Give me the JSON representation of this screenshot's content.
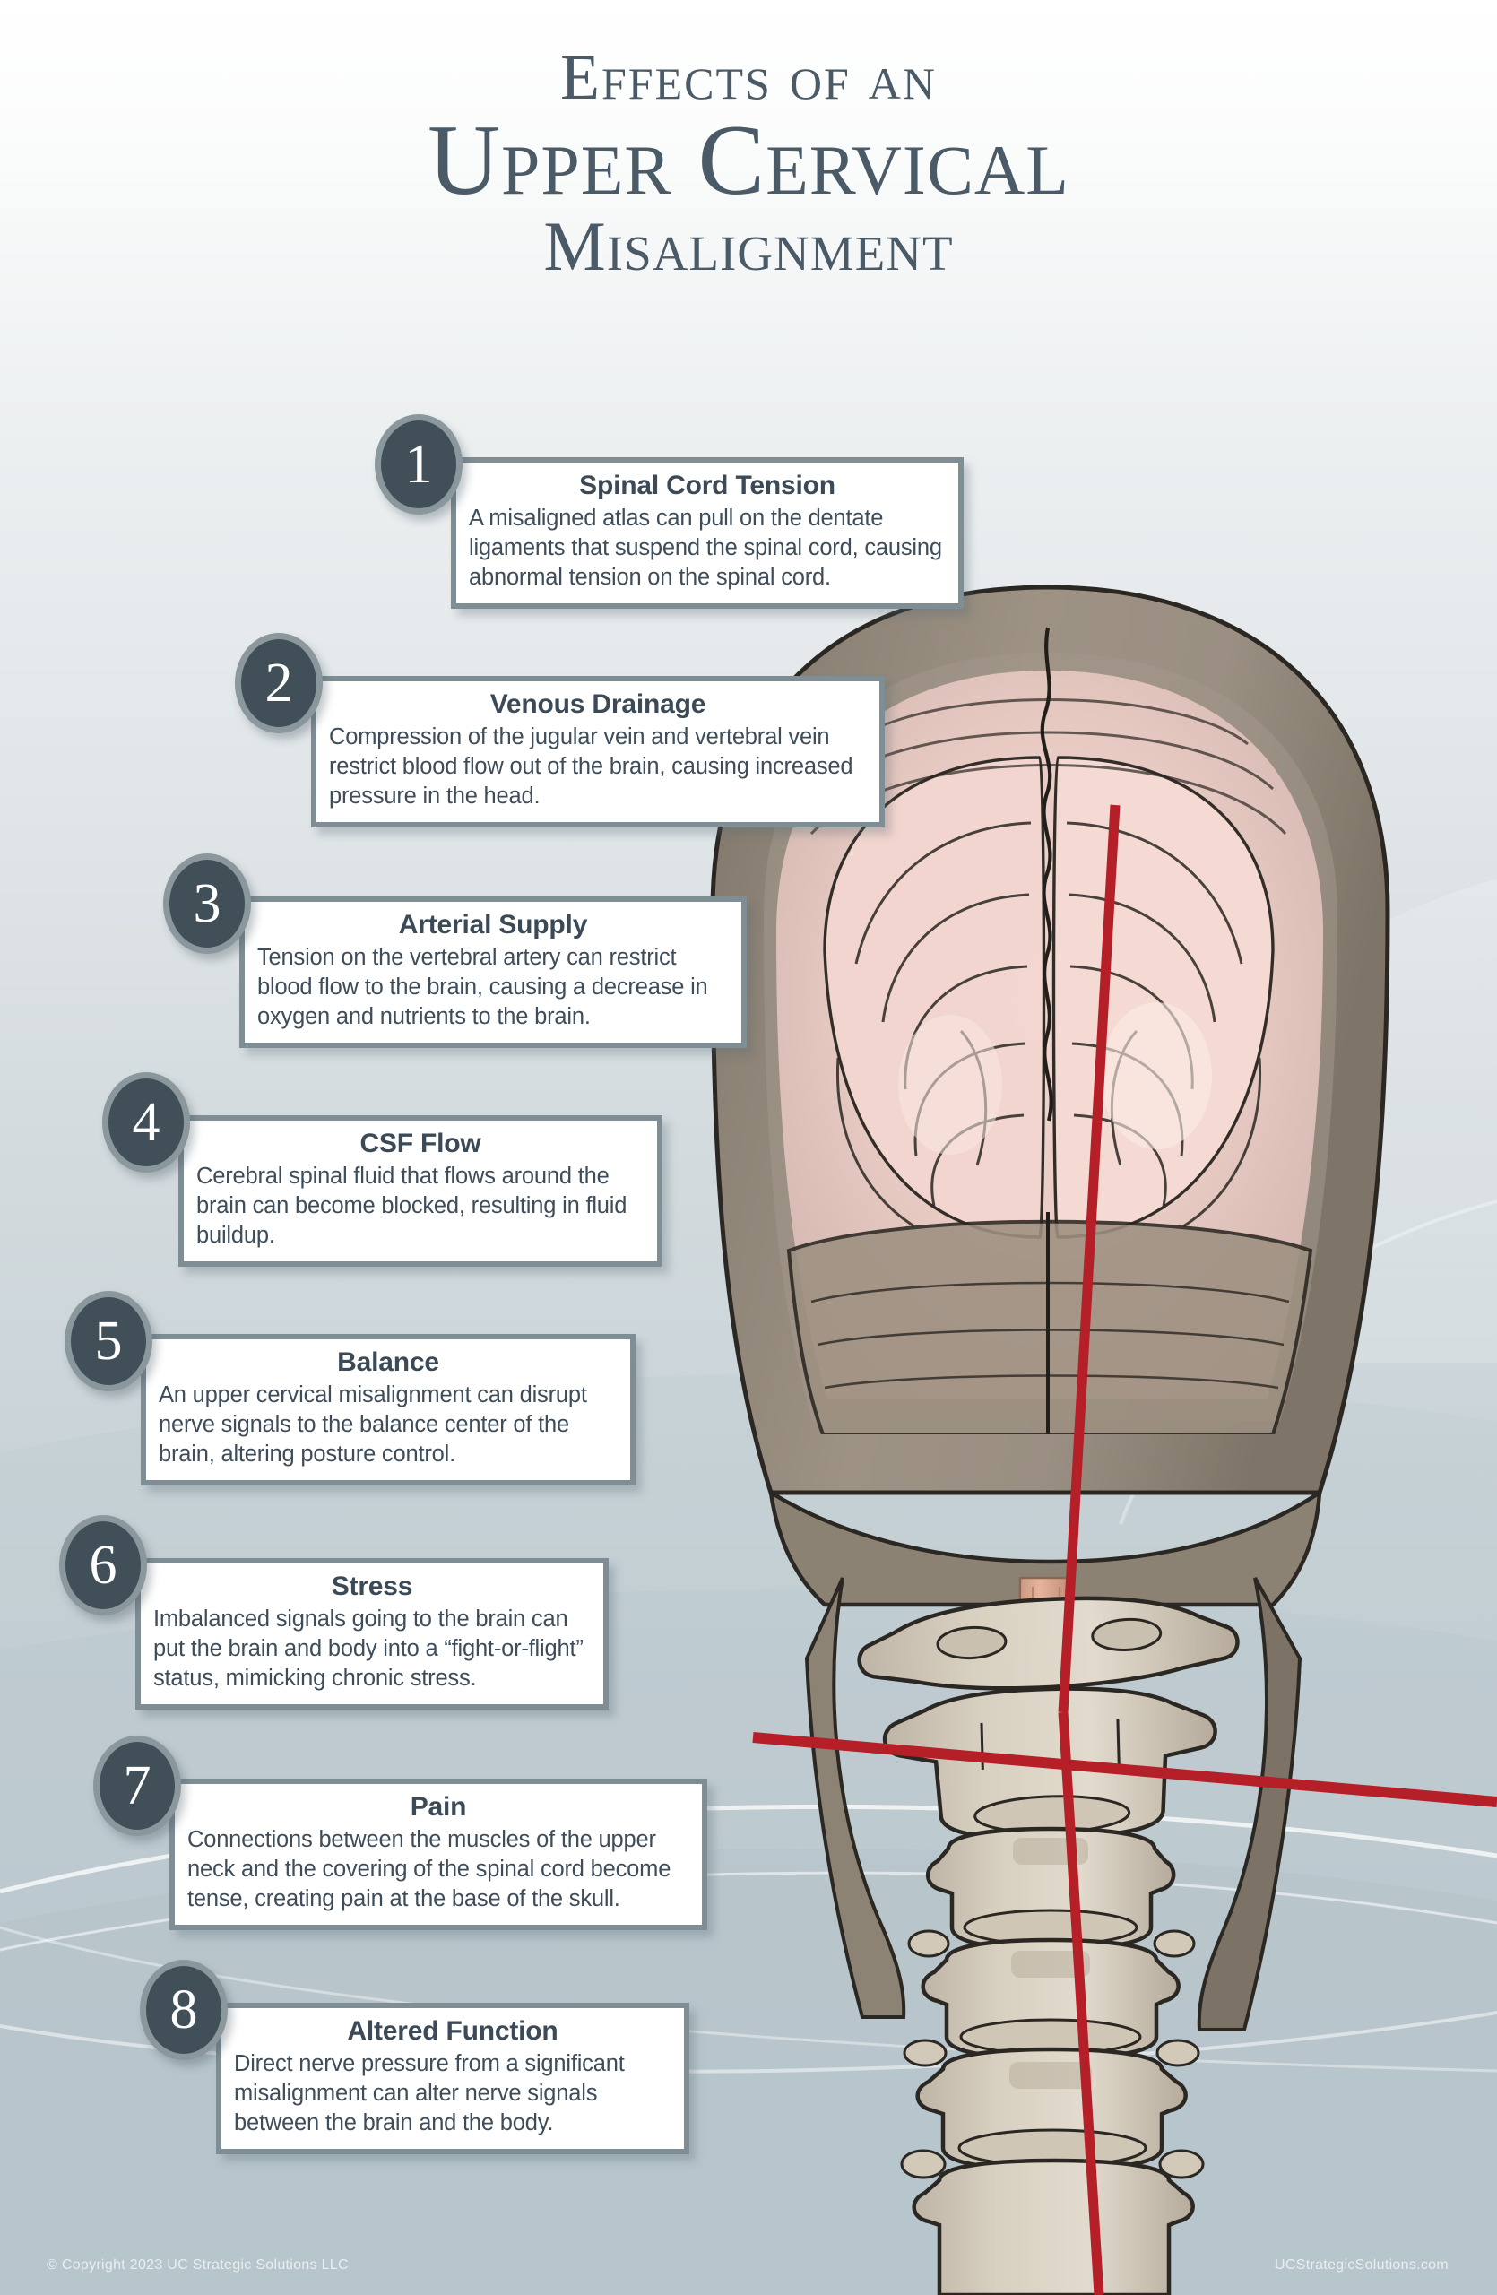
{
  "title": {
    "line1": "Effects of an",
    "line2": "Upper Cervical",
    "line3": "Misalignment"
  },
  "colors": {
    "badge_fill": "#414f58",
    "badge_ring": "#8a979c",
    "box_border": "#7f8e95",
    "heading_text": "#3b4a56",
    "body_text": "#3e4d59",
    "title_text": "#4a5a66",
    "misalignment_line": "#b41f28",
    "background_top": "#ffffff",
    "background_bottom": "#b3c1c8"
  },
  "callouts": [
    {
      "number": "1",
      "heading": "Spinal Cord Tension",
      "body": "A misaligned atlas can pull on the dentate ligaments that suspend the spinal cord, causing abnormal tension on the spinal cord."
    },
    {
      "number": "2",
      "heading": "Venous Drainage",
      "body": "Compression of the jugular vein and vertebral vein restrict blood flow out of the brain, causing increased pressure in the head."
    },
    {
      "number": "3",
      "heading": "Arterial Supply",
      "body": "Tension on the vertebral artery can restrict blood flow to the brain, causing a decrease in oxygen and nutrients to the brain."
    },
    {
      "number": "4",
      "heading": "CSF Flow",
      "body": "Cerebral spinal fluid that flows around the brain can become blocked, resulting in fluid buildup."
    },
    {
      "number": "5",
      "heading": "Balance",
      "body": "An upper cervical misalignment can disrupt nerve signals to the balance center of the brain, altering posture control."
    },
    {
      "number": "6",
      "heading": "Stress",
      "body": "Imbalanced signals going to the brain can put the brain and body into a “fight-or-flight” status, mimicking chronic stress."
    },
    {
      "number": "7",
      "heading": "Pain",
      "body": "Connections between the muscles of the upper neck and the covering of the spinal cord become tense, creating pain at the base of the skull."
    },
    {
      "number": "8",
      "heading": "Altered Function",
      "body": "Direct nerve pressure from a significant misalignment can alter nerve signals between the brain and the body."
    }
  ],
  "illustration": {
    "name": "posterior-skull-brain-cervical-spine-illustration",
    "description": "Posterior view of a skull cut away revealing the brain, with the cervical spine below, overlaid with red misalignment reference lines"
  },
  "footer": {
    "copyright": "© Copyright 2023 UC Strategic Solutions LLC",
    "website": "UCStrategicSolutions.com"
  }
}
